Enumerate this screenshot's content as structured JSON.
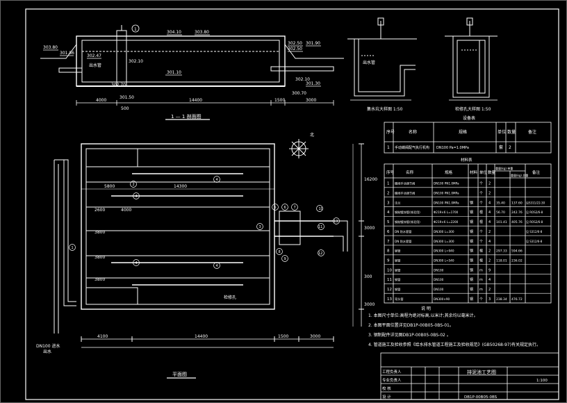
{
  "section_view": {
    "title": "1 — 1 剖面图",
    "levels": [
      "303.80",
      "301.86",
      "302.47",
      "302.10",
      "302.70",
      "304.10",
      "301.10",
      "302.50",
      "301.90",
      "303.80",
      "300.70",
      "301.30",
      "302.50",
      "302.10",
      "301.50"
    ],
    "pipe_label": "出水管",
    "dims": [
      "4000",
      "14400",
      "1500",
      "3000",
      "500"
    ],
    "markers": [
      "1"
    ]
  },
  "detail_a": {
    "title": "集水坑大样图 1:50",
    "label": "出水管"
  },
  "detail_b": {
    "title": "检修孔大样图 1:50"
  },
  "plan_view": {
    "title": "平面图",
    "dims_top": [
      "5800",
      "14300",
      "2600",
      "4000"
    ],
    "dims_bottom": [
      "4100",
      "14400",
      "1500",
      "3000"
    ],
    "dims_mid": [
      "3800",
      "3800",
      "3800"
    ],
    "right_dims": [
      "16200",
      "3000",
      "300",
      "3000"
    ],
    "left_label": "DN100 进水",
    "left_sub": "出水",
    "callouts": [
      "1",
      "2",
      "3",
      "4",
      "4",
      "4",
      "4",
      "5",
      "6",
      "7",
      "8",
      "9",
      "10",
      "11",
      "12",
      "13"
    ],
    "note_label": "检修孔",
    "north_label": "北"
  },
  "equipment_table": {
    "title": "设备表",
    "headers": [
      "序号",
      "名称",
      "规格",
      "单位",
      "数量",
      "备注"
    ],
    "rows": [
      [
        "1",
        "手动蝶阀配气执行机构",
        "DN100 Pa=1.0MPa",
        "套",
        "2",
        ""
      ]
    ]
  },
  "material_table": {
    "title": "材料表",
    "headers": [
      "序号",
      "名称",
      "规格",
      "材料",
      "单位",
      "数量",
      "重量(kg) 单重",
      "重量(kg) 总重",
      "备注"
    ],
    "rows": [
      [
        "1",
        "蝶阀手动调节阀",
        "DN100 PN1.0MPa",
        "",
        "个",
        "2",
        "",
        "",
        ""
      ],
      [
        "2",
        "蝶阀手动调节阀",
        "DN100 PN1.0MPa",
        "",
        "个",
        "2",
        "",
        "",
        ""
      ],
      [
        "3",
        "法兰",
        "DN100 PN1.0MPa",
        "钢",
        "个",
        "4",
        "35.40",
        "137.60",
        "见S311/22-30"
      ],
      [
        "4",
        "钢制镀锌管(排泥用)",
        "Φ219×6 L=1700",
        "钢",
        "根",
        "4",
        "56.70",
        "242.76",
        "见 ROS2/6-8"
      ],
      [
        "5",
        "钢制镀锌管(排泥用)",
        "Φ219×6 L=2200",
        "钢",
        "根",
        "4",
        "101.41",
        "405.76",
        "见 ROS2/6-8"
      ],
      [
        "6",
        "DN 防水套管",
        "DN300 L=300",
        "钢",
        "个",
        "2",
        "",
        "",
        "见 S312/6-8"
      ],
      [
        "7",
        "DN 防水套管",
        "DN300 L=300",
        "钢",
        "个",
        "4",
        "",
        "",
        "见 S312/6-8"
      ],
      [
        "8",
        "钢管",
        "DN300 L=940",
        "钢",
        "根",
        "2",
        "297.33",
        "594.66",
        ""
      ],
      [
        "9",
        "钢管",
        "DN300 L=540",
        "钢",
        "根",
        "2",
        "118.01",
        "236.02",
        ""
      ],
      [
        "10",
        "钢管",
        "DN100",
        "钢",
        "m",
        "9",
        "",
        "",
        ""
      ],
      [
        "11",
        "钢管",
        "DN100",
        "钢",
        "m",
        "4",
        "",
        "",
        ""
      ],
      [
        "12",
        "钢管",
        "DN100",
        "钢",
        "m",
        "2",
        "",
        "",
        ""
      ],
      [
        "13",
        "弯头管",
        "DN300×90",
        "钢",
        "个",
        "3",
        "238.34",
        "476.72",
        ""
      ]
    ]
  },
  "notes": {
    "title": "说 明",
    "items": [
      "1. 本图尺寸单位:高程为绝对标高,以米计;其余均以毫米计。",
      "2. 本图平面位置详见DB1P-00B05-0BS-01。",
      "3. 钢制配件详见图DB1P-00B05-0BS-02 。",
      "4. 管道施工及验收参照《给水排水管道工程施工及验收规范》(GB50268-97)有关规定执行。"
    ]
  },
  "title_block": {
    "drawing_title": "排泥池工艺图",
    "rows": [
      "工程负责人",
      "专业负责人",
      "校 核",
      "设 计"
    ],
    "scale": "1:100",
    "number": "DB1P-00B05-0BS"
  }
}
